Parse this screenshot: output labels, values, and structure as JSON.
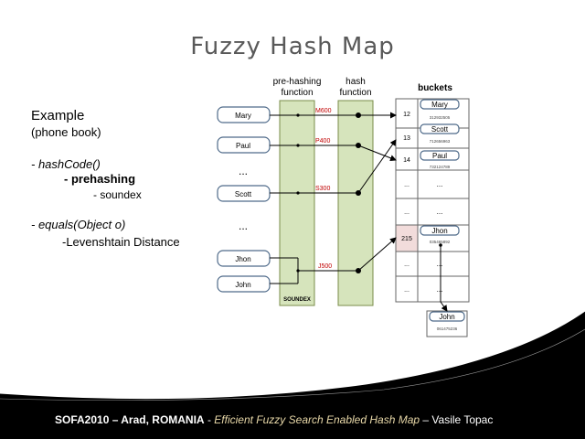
{
  "title": "Fuzzy Hash Map",
  "left": {
    "example": "Example",
    "phone_book": "(phone book)",
    "hashcode": "- hashCode()",
    "prehashing": "- prehashing",
    "soundex": "- soundex",
    "equals": "- equals(Object o)",
    "levenshtain": "-Levenshtain Distance"
  },
  "diagram": {
    "prehash_header": [
      "pre-hashing",
      "function"
    ],
    "hash_header": [
      "hash",
      "function"
    ],
    "buckets_header": "buckets",
    "soundex_label": "SOUNDEX",
    "names": [
      "Mary",
      "Paul",
      "Scott",
      "Jhon",
      "John"
    ],
    "name_ellipsis": "...",
    "codes": [
      "M600",
      "P400",
      "S300",
      "J500"
    ],
    "indices": [
      "12",
      "13",
      "14",
      "...",
      "...",
      "215",
      "...",
      "..."
    ],
    "buckets": [
      {
        "name": "Mary",
        "number": "312932505"
      },
      {
        "name": "Scott",
        "number": "712656963"
      },
      {
        "name": "Paul",
        "number": "732124789"
      },
      {
        "name": "",
        "number": "..."
      },
      {
        "name": "",
        "number": "..."
      },
      {
        "name": "Jhon",
        "number": "035465892"
      },
      {
        "name": "",
        "number": "..."
      },
      {
        "name": "",
        "number": "..."
      }
    ],
    "overflow": {
      "name": "John",
      "number": "061475236"
    }
  },
  "footer": {
    "conference": "SOFA2010 – Arad, ROMANIA",
    "dash": " - ",
    "paper": "Efficient Fuzzy Search Enabled Hash Map",
    "author": " – Vasile Topac"
  },
  "colors": {
    "column_fill": "#d6e4bc",
    "column_stroke": "#7a8c4a",
    "code_text": "#c00000",
    "highlight_cell": "#f2dcdb",
    "name_box_stroke": "#4f6b8a"
  }
}
